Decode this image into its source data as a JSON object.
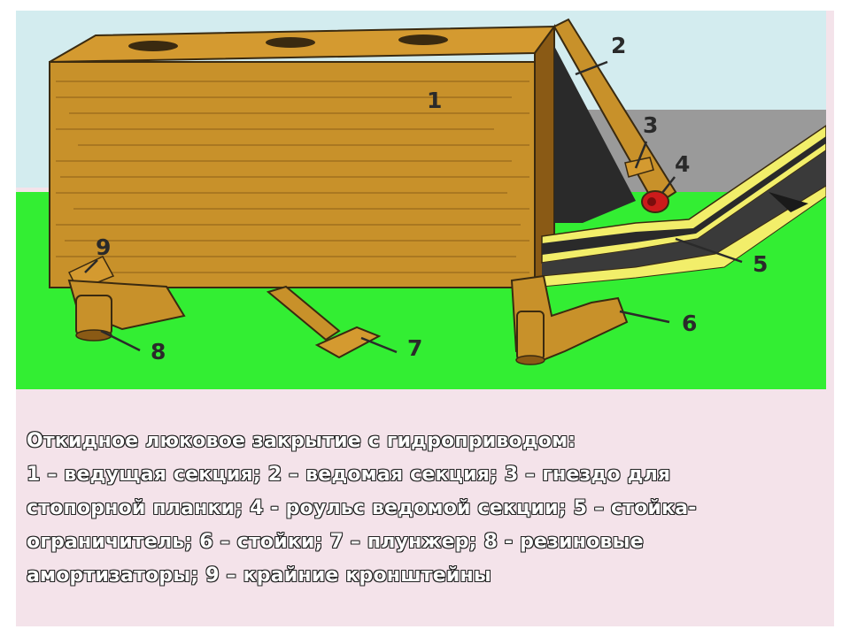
{
  "figure": {
    "part_numbers": [
      "1",
      "2",
      "3",
      "4",
      "5",
      "6",
      "7",
      "8",
      "9"
    ],
    "colors": {
      "sky": "#d3ecef",
      "grass": "#33ee33",
      "wood": "#c8912a",
      "wood_dark": "#8a5a15",
      "stripe_yellow": "#f2ee6a",
      "gray_ground": "#9a9a9a",
      "roller": "#cc1b1b"
    }
  },
  "caption": {
    "lines": [
      "Откидное люковое закрытие с гидроприводом:",
      "1 – ведущая секция; 2 – ведомая секция; 3 – гнездо для",
      "стопорной планки; 4 - роульс ведомой секции; 5 – стойка-",
      "ограничитель; 6 – стойки; 7 – плунжер; 8 - резиновые",
      "амортизаторы; 9 – крайние кронштейны"
    ]
  }
}
